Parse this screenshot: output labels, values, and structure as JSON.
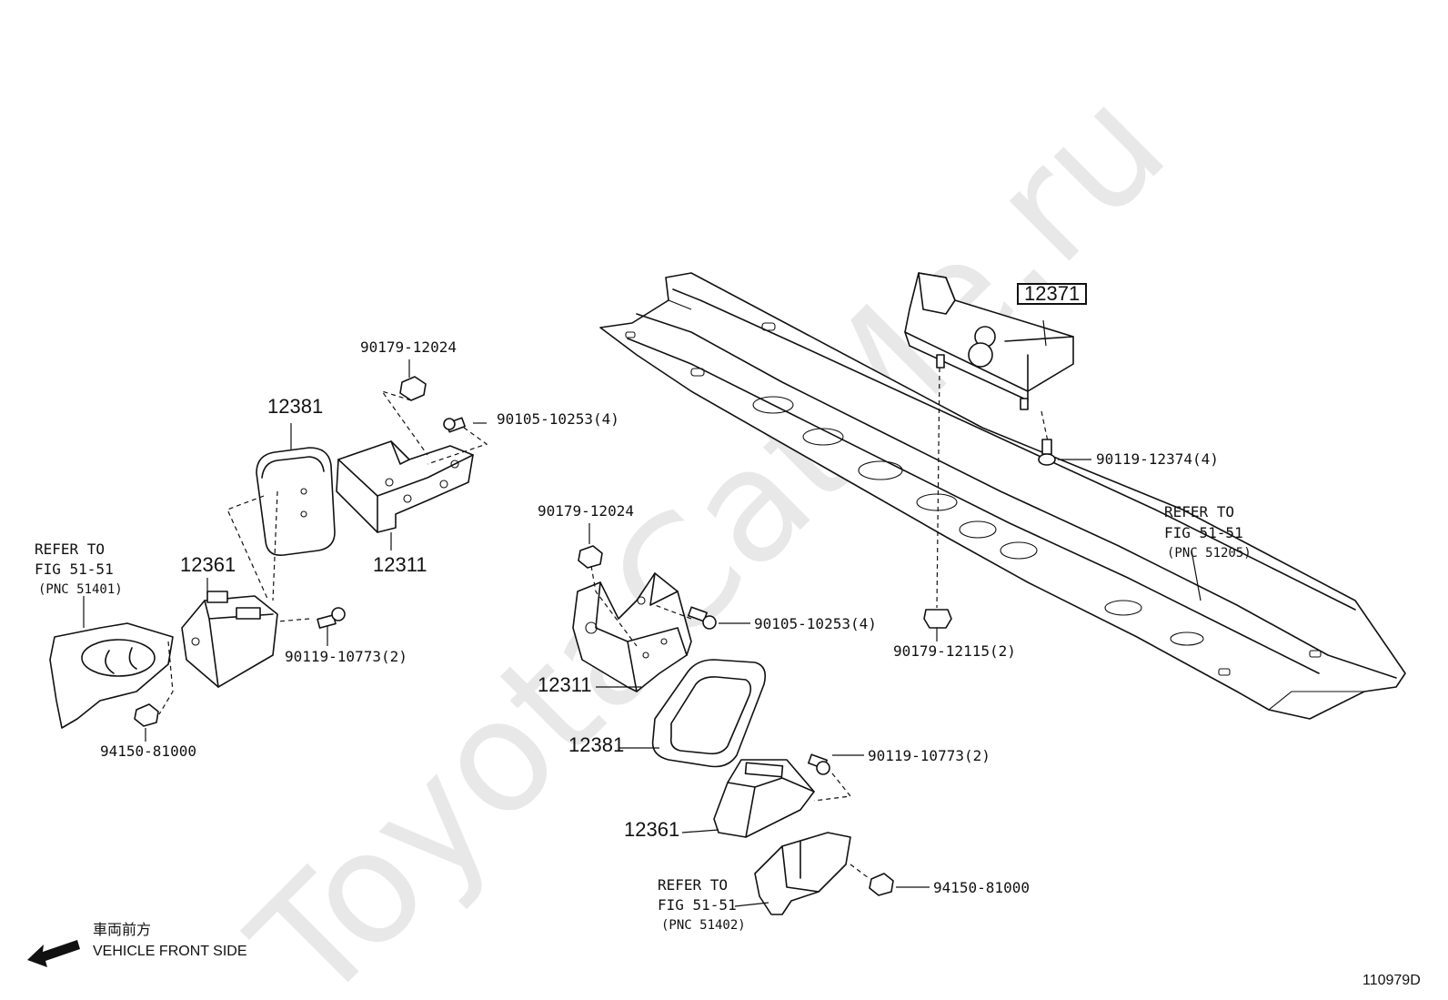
{
  "watermark": "ToyotaCatMe.ru",
  "diagram_id": "110979D",
  "direction": {
    "jp": "車両前方",
    "en": "VEHICLE FRONT SIDE"
  },
  "parts": {
    "p12371": "12371",
    "p90119_12374": "90119-12374(4)",
    "p90179_12115": "90179-12115(2)",
    "left_90179_12024": "90179-12024",
    "left_90105_10253": "90105-10253(4)",
    "left_12381": "12381",
    "left_12311": "12311",
    "left_12361": "12361",
    "left_90119_10773": "90119-10773(2)",
    "left_94150_81000": "94150-81000",
    "right_90179_12024": "90179-12024",
    "right_90105_10253": "90105-10253(4)",
    "right_12311": "12311",
    "right_12381": "12381",
    "right_90119_10773": "90119-10773(2)",
    "right_12361": "12361",
    "right_94150_81000": "94150-81000"
  },
  "refs": {
    "left": {
      "l1": "REFER TO",
      "l2": "FIG 51-51",
      "l3": "(PNC 51401)"
    },
    "crossmember": {
      "l1": "REFER TO",
      "l2": "FIG 51-51",
      "l3": "(PNC 51205)"
    },
    "bottom": {
      "l1": "REFER TO",
      "l2": "FIG 51-51",
      "l3": "(PNC 51402)"
    }
  }
}
